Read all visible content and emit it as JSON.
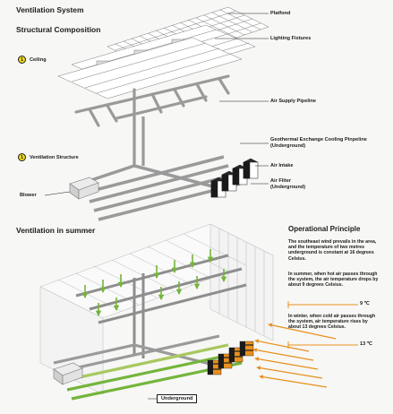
{
  "titles": {
    "main": "Ventilation System",
    "structural": "Structural Composition",
    "summer": "Ventilation in summer"
  },
  "steps": [
    {
      "number": "1",
      "label": "Ceiling"
    },
    {
      "number": "1",
      "label": "Ventilation Structure"
    }
  ],
  "callouts": {
    "platfond": "Platfond",
    "lighting": "Lighting Fixtures",
    "air_supply": "Air Supply Pipeline",
    "geothermal": "Geothermal Exchange Cooling Pinpeline (Underground)",
    "air_intake": "Air Intake",
    "air_filter": "Air Filter (Underground)",
    "blower": "Blower",
    "underground": "Underground"
  },
  "principle": {
    "title": "Operational Principle",
    "p1": "The southeast wind prevails in the area, and the temperature of two metres underground is constant at 16 degrees Celsius.",
    "p2": "In summer, when hot air passes through the system, the air temperature drops by about 9 degrees Celsius.",
    "temp_summer": "9 ℃",
    "p3": "In winter, when cold air passes through the system, air temperature rises by about 13 degrees Celsius.",
    "temp_winter": "13 ℃"
  },
  "colors": {
    "accent_orange": "#e8901e",
    "accent_green": "#74b53c",
    "accent_yellow": "#f2dc18",
    "pipe_gray": "#9a9a9a"
  }
}
